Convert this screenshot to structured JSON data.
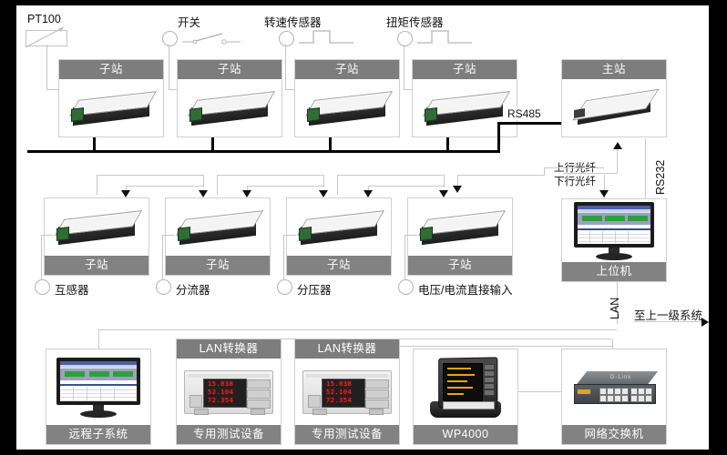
{
  "diagram": {
    "title": "power-measurement-system-architecture",
    "accent_header": "#7d7d7d"
  },
  "sensors": [
    {
      "id": "pt100",
      "label": "PT100",
      "glyph": "resistor-thermometer-icon"
    },
    {
      "id": "switch",
      "label": "开关",
      "glyph": "switch-contact-icon"
    },
    {
      "id": "speed",
      "label": "转速传感器",
      "glyph": "pulse-waveform-icon"
    },
    {
      "id": "torque",
      "label": "扭矩传感器",
      "glyph": "pulse-waveform-icon"
    }
  ],
  "row_top": {
    "substations": [
      {
        "caption": "子站"
      },
      {
        "caption": "子站"
      },
      {
        "caption": "子站"
      },
      {
        "caption": "子站"
      }
    ],
    "master": {
      "caption": "主站"
    }
  },
  "row_mid": {
    "substations": [
      {
        "caption": "子站",
        "input": "互感器"
      },
      {
        "caption": "子站",
        "input": "分流器"
      },
      {
        "caption": "子站",
        "input": "分压器"
      },
      {
        "caption": "子站",
        "input": "电压/电流直接输入"
      }
    ],
    "host": {
      "caption": "上位机"
    }
  },
  "row_bottom": {
    "remote": {
      "caption": "远程子系统"
    },
    "instruments": [
      {
        "top_caption": "LAN转换器",
        "caption": "专用测试设备",
        "readout": [
          "15.038",
          "52.104",
          "72.354"
        ]
      },
      {
        "top_caption": "LAN转换器",
        "caption": "专用测试设备",
        "readout": [
          "15.038",
          "52.104",
          "72.354"
        ]
      }
    ],
    "wp4000": {
      "caption": "WP4000"
    },
    "switch": {
      "caption": "网络交换机"
    }
  },
  "links": {
    "rs485": "RS485",
    "rs232": "RS232",
    "uplink_fiber": "上行光纤",
    "downlink_fiber": "下行光纤",
    "lan": "LAN",
    "upstream": "至上一级系统"
  }
}
